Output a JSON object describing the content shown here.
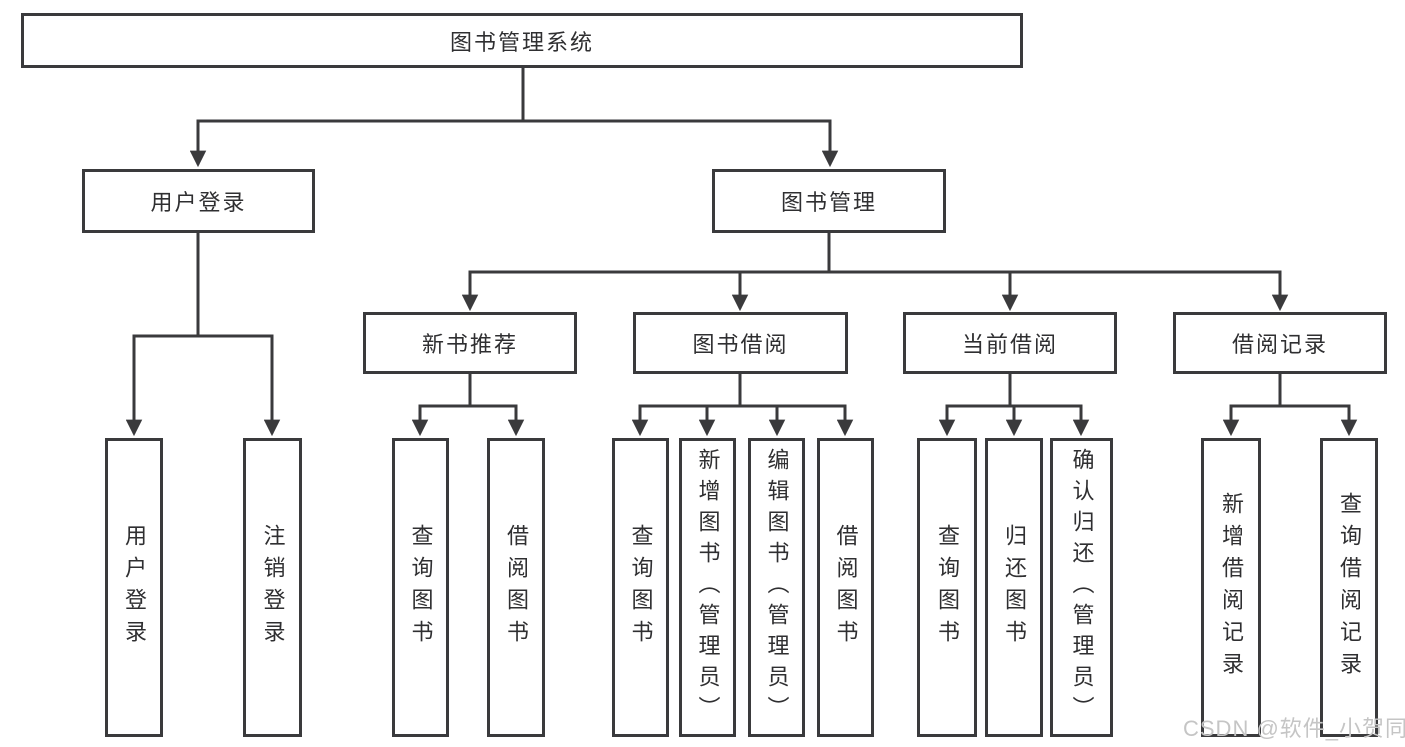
{
  "nodes": {
    "root": {
      "label": "图书管理系统"
    },
    "user_login": {
      "label": "用户登录"
    },
    "book_mgmt": {
      "label": "图书管理"
    },
    "new_book_rec": {
      "label": "新书推荐"
    },
    "book_borrow": {
      "label": "图书借阅"
    },
    "current_borrow": {
      "label": "当前借阅"
    },
    "borrow_records": {
      "label": "借阅记录"
    },
    "leaf_user_login": {
      "label": "用户登录"
    },
    "leaf_logout": {
      "label": "注销登录"
    },
    "leaf_query_book_1": {
      "label": "查询图书"
    },
    "leaf_borrow_book_1": {
      "label": "借阅图书"
    },
    "leaf_query_book_2": {
      "label": "查询图书"
    },
    "leaf_add_book": {
      "label": "新增图书（管理员）"
    },
    "leaf_edit_book": {
      "label": "编辑图书（管理员）"
    },
    "leaf_borrow_book_2": {
      "label": "借阅图书"
    },
    "leaf_query_book_3": {
      "label": "查询图书"
    },
    "leaf_return_book": {
      "label": "归还图书"
    },
    "leaf_confirm_return": {
      "label": "确认归还（管理员）"
    },
    "leaf_add_borrow_record": {
      "label": "新增借阅记录"
    },
    "leaf_query_borrow_record": {
      "label": "查询借阅记录"
    }
  },
  "hierarchy": {
    "图书管理系统": {
      "用户登录": [
        "用户登录",
        "注销登录"
      ],
      "图书管理": {
        "新书推荐": [
          "查询图书",
          "借阅图书"
        ],
        "图书借阅": [
          "查询图书",
          "新增图书（管理员）",
          "编辑图书（管理员）",
          "借阅图书"
        ],
        "当前借阅": [
          "查询图书",
          "归还图书",
          "确认归还（管理员）"
        ],
        "借阅记录": [
          "新增借阅记录",
          "查询借阅记录"
        ]
      }
    }
  },
  "watermark": {
    "text": "CSDN @软件_小贺同学"
  },
  "colors": {
    "line": "#3a3a3c",
    "box_border": "#3a3a3c",
    "text": "#2f2f31",
    "watermark": "#c5c5c5",
    "background": "#ffffff"
  }
}
